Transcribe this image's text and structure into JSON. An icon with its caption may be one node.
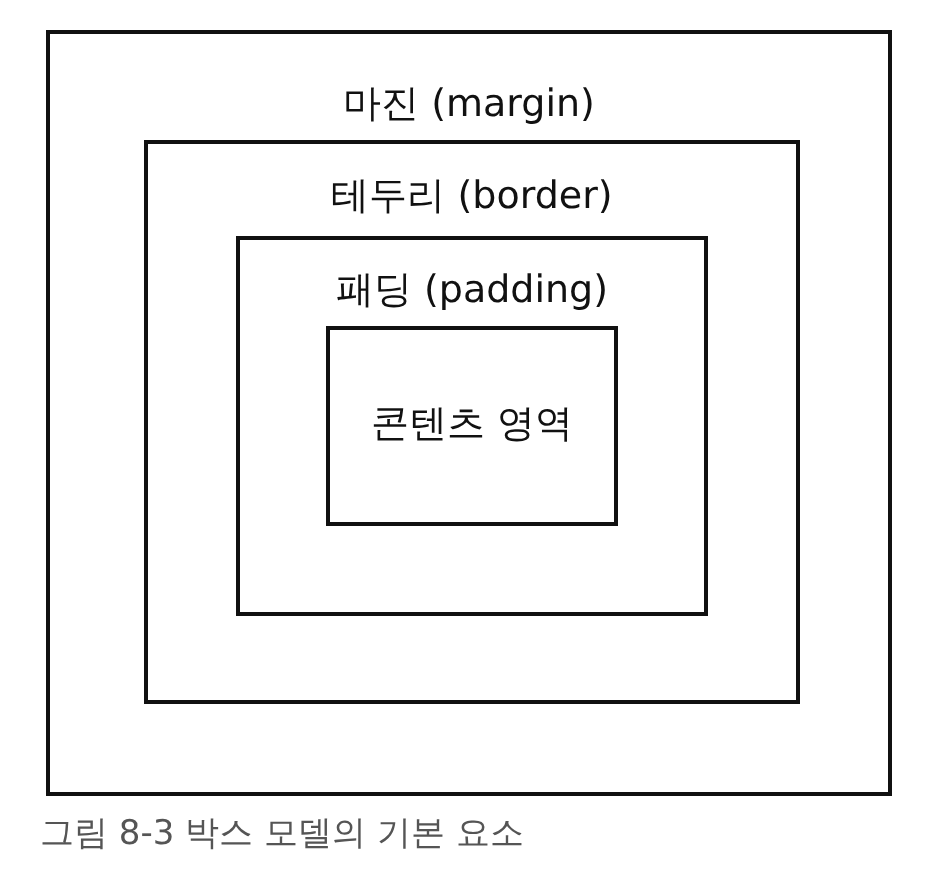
{
  "diagram": {
    "caption": "그림 8-3 박스 모델의 기본 요소",
    "nodes": [
      {
        "text": [
          "마진 (margin)"
        ]
      },
      {
        "text": [
          "테두리 (border)"
        ],
        "in": 0
      },
      {
        "text": [
          "패딩 (padding)"
        ],
        "in": 1
      },
      {
        "text": [
          "콘텐츠 영역"
        ],
        "in": 2
      }
    ]
  }
}
